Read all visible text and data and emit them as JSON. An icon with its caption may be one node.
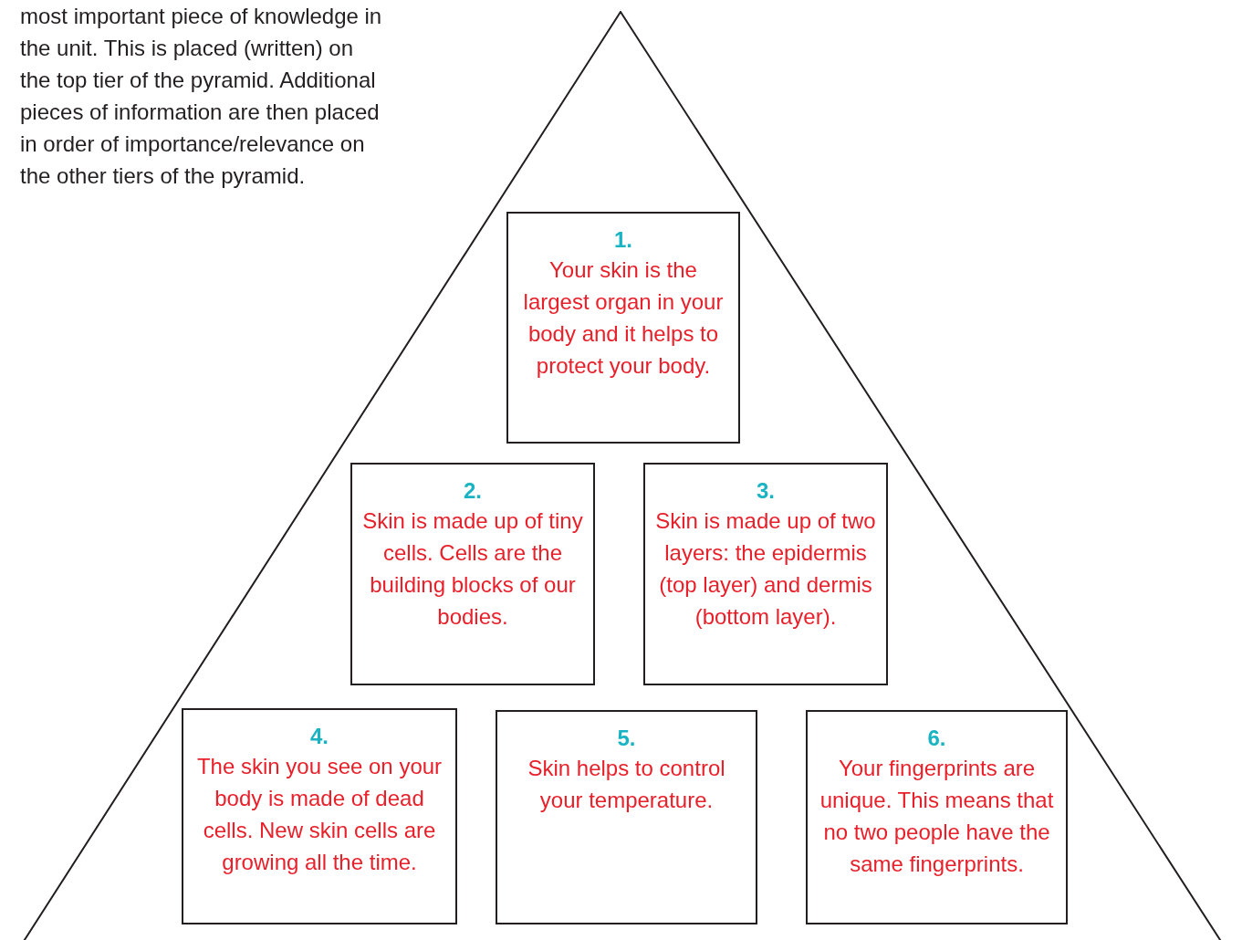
{
  "diagram": {
    "nodes": [
      {
        "text": [],
        "shape": "triangle"
      },
      {
        "text": [
          "1.",
          "Your skin is the largest organ in your body and it helps to protect your body."
        ],
        "in": 0
      },
      {
        "text": [
          "2.",
          "Skin is made up of tiny cells. Cells are the building blocks of our bodies."
        ],
        "in": 0
      },
      {
        "text": [
          "3.",
          "Skin is made up of two layers: the epidermis (top layer) and dermis (bottom layer)."
        ],
        "in": 0
      },
      {
        "text": [
          "4.",
          "The skin you see on your body is made of dead cells. New skin cells are growing all the time."
        ],
        "in": 0
      },
      {
        "text": [
          "5.",
          "Skin helps to control your temperature."
        ],
        "in": 0
      },
      {
        "text": [
          "6.",
          "Your fingerprints are unique. This means that no two people have the same fingerprints."
        ],
        "in": 0
      }
    ],
    "labels": [
      "most important piece of knowledge in the unit. This is placed (written) on the top tier of the pyramid. Additional pieces of information are then placed in order of importance/relevance on the other tiers of the pyramid."
    ]
  }
}
